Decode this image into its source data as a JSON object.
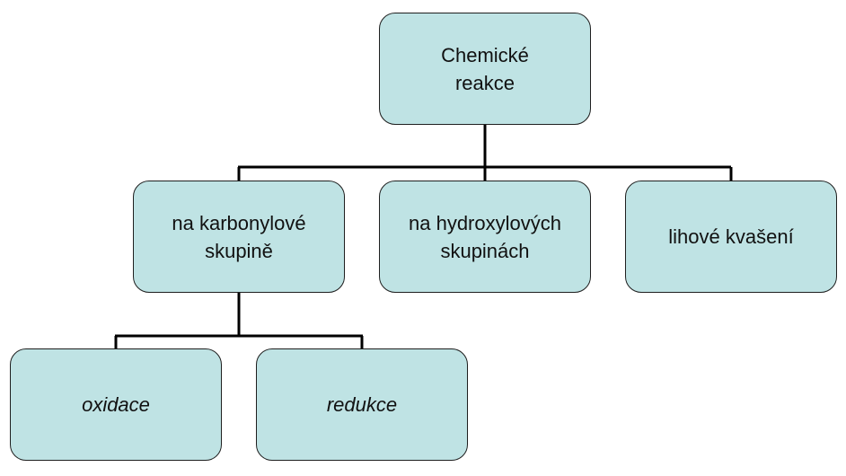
{
  "diagram": {
    "root": {
      "label_line1": "Chemické",
      "label_line2": "reakce"
    },
    "level1": [
      {
        "label_line1": "na karbonylové",
        "label_line2": "skupině"
      },
      {
        "label_line1": "na hydroxylových",
        "label_line2": "skupinách"
      },
      {
        "label_line1": "lihové kvašení",
        "label_line2": ""
      }
    ],
    "level2": [
      {
        "label": "oxidace"
      },
      {
        "label": "redukce"
      }
    ],
    "colors": {
      "node_fill": "#bfe3e4",
      "node_border": "#1f1f1f",
      "connector": "#000000"
    }
  }
}
